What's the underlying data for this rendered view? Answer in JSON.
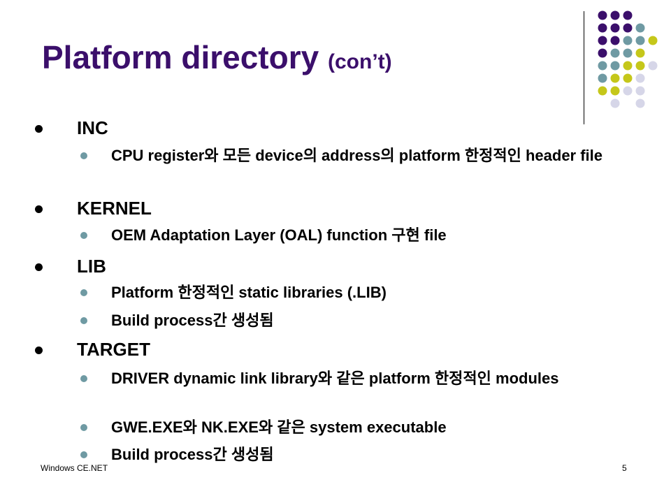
{
  "slide": {
    "title_main": "Platform directory",
    "title_sub": "(con’t)",
    "footer_left": "Windows CE.NET",
    "page_number": "5"
  },
  "sections": [
    {
      "heading": "INC",
      "items": [
        "CPU register와 모든 device의 address의 platform 한정적인 header file"
      ]
    },
    {
      "heading": "KERNEL",
      "items": [
        "OEM Adaptation Layer (OAL) function 구현 file"
      ]
    },
    {
      "heading": "LIB",
      "items": [
        "Platform 한정적인 static libraries (.LIB)",
        "Build process간 생성됨"
      ]
    },
    {
      "heading": "TARGET",
      "items": [
        "DRIVER dynamic link library와 같은 platform 한정적인 modules",
        "GWE.EXE와 NK.EXE와 같은 system executable",
        "Build process간 생성됨"
      ]
    }
  ],
  "colors": {
    "title": "#3b0f6b",
    "purple": "#3b0f6b",
    "teal": "#6f9aa3",
    "olive": "#c5c71a",
    "lavender": "#d6d6e8",
    "sub_bullet": "#6f9aa3"
  },
  "decoration": {
    "dot_grid": [
      [
        "purple",
        "purple",
        "purple",
        "",
        ""
      ],
      [
        "purple",
        "purple",
        "purple",
        "teal",
        ""
      ],
      [
        "purple",
        "purple",
        "teal",
        "teal",
        "olive"
      ],
      [
        "purple",
        "teal",
        "teal",
        "olive",
        ""
      ],
      [
        "teal",
        "teal",
        "olive",
        "olive",
        "lavender"
      ],
      [
        "teal",
        "olive",
        "olive",
        "lavender",
        ""
      ],
      [
        "olive",
        "olive",
        "lavender",
        "lavender",
        ""
      ],
      [
        "",
        "lavender",
        "",
        "lavender",
        ""
      ]
    ]
  }
}
